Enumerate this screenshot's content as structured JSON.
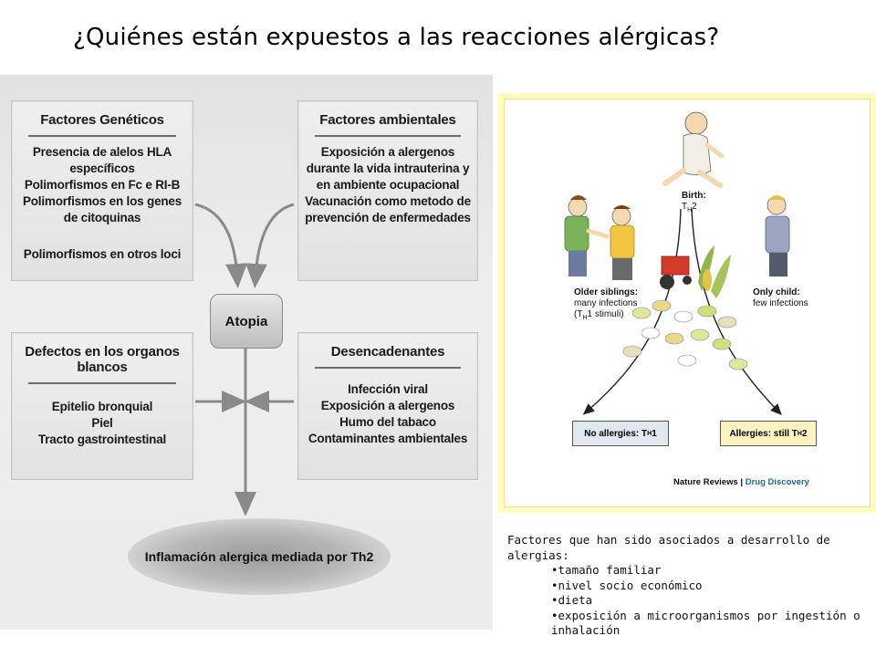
{
  "title": "¿Quiénes están expuestos a las reacciones alérgicas?",
  "diagram": {
    "genetic": {
      "heading": "Factores Genéticos",
      "items": [
        "Presencia de alelos HLA específicos",
        "Polimorfismos en Fc e RI-B",
        "Polimorfismos en los genes",
        "de citoquinas",
        "",
        "Polimorfismos en otros loci"
      ]
    },
    "environmental": {
      "heading": "Factores ambientales",
      "items": [
        "Exposición a alergenos",
        "durante la vida intrauterina y",
        "en ambiente ocupacional",
        "Vacunación como metodo de",
        "prevención de enfermedades"
      ]
    },
    "organs": {
      "heading": "Defectos en los organos blancos",
      "items": [
        "Epitelio bronquial",
        "Piel",
        "Tracto gastrointestinal"
      ]
    },
    "triggers": {
      "heading": "Desencadenantes",
      "items": [
        "Infección viral",
        "Exposición a alergenos",
        "Humo del tabaco",
        "Contaminantes ambientales"
      ]
    },
    "center": "Atopia",
    "outcome": "Inflamación alergica mediada  por Th2"
  },
  "figure": {
    "birth": "Birth:",
    "birth_th": "T",
    "birth_sub": "H",
    "birth_num": "2",
    "siblings_title": "Older siblings:",
    "siblings_line1": "many infections",
    "siblings_line2": "(T",
    "siblings_sub": "H",
    "siblings_line3": "1 stimuli)",
    "only_title": "Only child:",
    "only_line1": "few infections",
    "no_allergies": "No allergies: T",
    "no_allergies_sub": "H",
    "no_allergies_num": "1",
    "allergies": "Allergies: still T",
    "allergies_sub": "H",
    "allergies_num": "2",
    "source_a": "Nature Reviews | ",
    "source_b": "Drug Discovery",
    "colors": {
      "frame": "#fffcc0",
      "no_allergies_box": "#dfe7ef",
      "allergies_box": "#fbf2bf",
      "accent": "#1d6aa8"
    }
  },
  "caption": {
    "intro": "Factores que han sido asociados a desarrollo de alergias:",
    "items": [
      "tamaño familiar",
      "nivel socio económico",
      "dieta",
      "exposición a microorganismos por ingestión o inhalación"
    ]
  }
}
